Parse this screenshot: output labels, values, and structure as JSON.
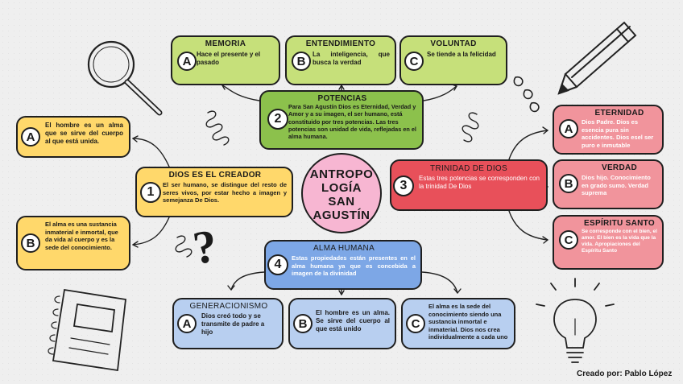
{
  "center": {
    "lines": [
      "ANTROPO",
      "LOGÍA",
      "SAN",
      "AGUSTÍN"
    ]
  },
  "potencias": {
    "number": "2",
    "title": "POTENCIAS",
    "text": "Para San Agustín Dios es Eternidad, Verdad y Amor y a su imagen, el ser humano, está constituido por tres potencias. Las tres potencias son unidad de vida, reflejadas en el alma humana.",
    "items": [
      {
        "badge": "A",
        "title": "MEMORIA",
        "text": "Hace el presente y el pasado"
      },
      {
        "badge": "B",
        "title": "ENTENDIMIENTO",
        "text": "La inteligencia, que busca la verdad"
      },
      {
        "badge": "C",
        "title": "VOLUNTAD",
        "text": "Se tiende a la felicidad"
      }
    ]
  },
  "creador": {
    "number": "1",
    "title": "DIOS ES EL CREADOR",
    "text": "El ser humano, se distingue del resto de seres vivos, por estar hecho a imagen y semejanza De Dios.",
    "items": [
      {
        "badge": "A",
        "text": "El hombre es un alma que se sirve del cuerpo al que está unida."
      },
      {
        "badge": "B",
        "text": "El alma es una sustancia inmaterial e inmortal, que da vida al cuerpo y es la sede del conocimiento."
      }
    ]
  },
  "trinidad": {
    "number": "3",
    "title": "TRINIDAD DE DIOS",
    "text": "Estas tres potencias se corresponden con la trinidad De Dios",
    "items": [
      {
        "badge": "A",
        "title": "ETERNIDAD",
        "text": "Dios Padre. Dios es esencia pura sin accidentes. Dios esel ser puro e inmutable"
      },
      {
        "badge": "B",
        "title": "VERDAD",
        "text": "Dios hijo. Conocimiento en grado sumo. Verdad suprema"
      },
      {
        "badge": "C",
        "title": "ESPÍRITU SANTO",
        "text": "Se corresponde con el bien, el amor. El bien es la vida que la vida. Apropiaciones del Espíritu Santo"
      }
    ]
  },
  "alma": {
    "number": "4",
    "title": "ALMA HUMANA",
    "text": "Estas propiedades están presentes en el alma humana ya que es concebida a imagen de la divinidad",
    "items": [
      {
        "badge": "A",
        "title": "GENERACIONISMO",
        "text": "Dios creó todo y se transmite de padre a hijo"
      },
      {
        "badge": "B",
        "text": "El hombre es un alma. Se sirve del cuerpo al que está unido"
      },
      {
        "badge": "C",
        "text": "El alma es la sede del conocimiento siendo una sustancia inmortal e inmaterial. Dios nos crea individualmente a cada uno"
      }
    ]
  },
  "credit": "Creado por: Pablo López",
  "decor": {
    "question_mark": "?",
    "icons": [
      "magnifier-icon",
      "pencil-icon",
      "notebook-icon",
      "lightbulb-icon",
      "spring-icon"
    ]
  },
  "colors": {
    "green": "#c6e07a",
    "dark_green": "#8cc14c",
    "yellow": "#ffd86b",
    "red": "#e8505a",
    "pink": "#f1949c",
    "blue": "#7da7e6",
    "light_blue": "#b8cff0",
    "center": "#f7b6d2"
  }
}
